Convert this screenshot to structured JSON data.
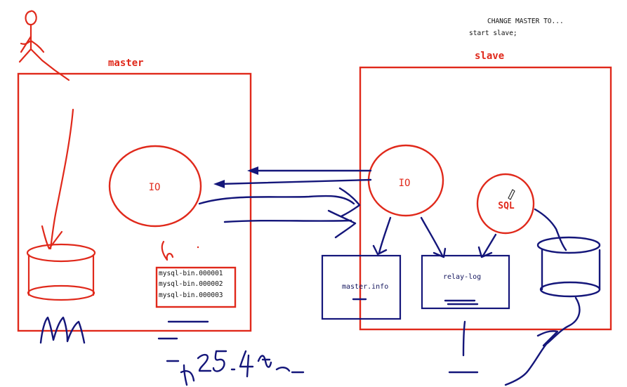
{
  "commands": {
    "line1": "CHANGE MASTER TO...",
    "line2": "start slave;"
  },
  "master": {
    "title": "master",
    "io_label": "IO",
    "binlogs": [
      "mysql-bin.000001",
      "mysql-bin.000002",
      "mysql-bin.000003"
    ]
  },
  "slave": {
    "title": "slave",
    "io_label": "IO",
    "sql_label": "SQL",
    "master_info_label": "master.info",
    "relay_log_label": "relay-log"
  },
  "colors": {
    "red": "#e0291b",
    "blue": "#14167a",
    "background": "#ffffff"
  }
}
